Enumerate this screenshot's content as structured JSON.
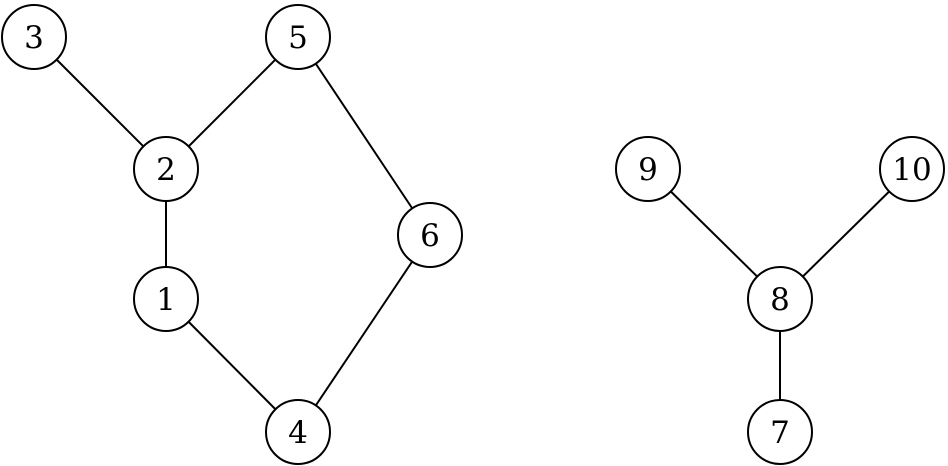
{
  "graph": {
    "nodes": [
      {
        "id": "3",
        "label": "3"
      },
      {
        "id": "5",
        "label": "5"
      },
      {
        "id": "2",
        "label": "2"
      },
      {
        "id": "6",
        "label": "6"
      },
      {
        "id": "1",
        "label": "1"
      },
      {
        "id": "4",
        "label": "4"
      },
      {
        "id": "9",
        "label": "9"
      },
      {
        "id": "10",
        "label": "10"
      },
      {
        "id": "8",
        "label": "8"
      },
      {
        "id": "7",
        "label": "7"
      }
    ],
    "edges": [
      {
        "from": "3",
        "to": "2"
      },
      {
        "from": "2",
        "to": "5"
      },
      {
        "from": "5",
        "to": "6"
      },
      {
        "from": "6",
        "to": "4"
      },
      {
        "from": "4",
        "to": "1"
      },
      {
        "from": "1",
        "to": "2"
      },
      {
        "from": "9",
        "to": "8"
      },
      {
        "from": "10",
        "to": "8"
      },
      {
        "from": "8",
        "to": "7"
      }
    ]
  }
}
